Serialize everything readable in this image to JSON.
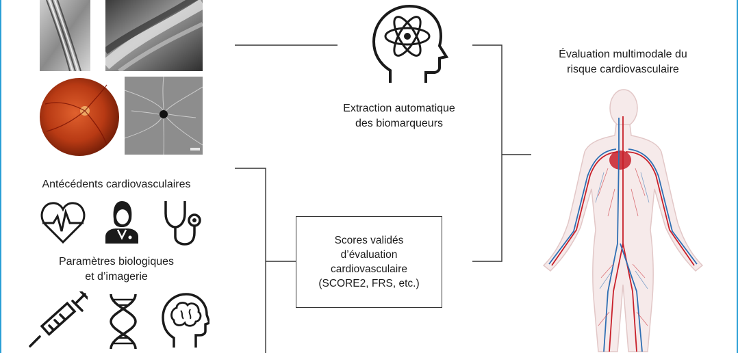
{
  "retina_images": [
    "oct-scan-1",
    "oct-scan-2",
    "fundus-photograph",
    "oct-angiography"
  ],
  "extraction": {
    "icon": "brain-atom-head-icon",
    "label_line1": "Extraction automatique",
    "label_line2": "des biomarqueurs"
  },
  "history": {
    "title": "Antécédents cardiovasculaires",
    "icons": [
      "heart-ecg-icon",
      "doctor-icon",
      "stethoscope-icon"
    ]
  },
  "bio": {
    "title_line1": "Paramètres biologiques",
    "title_line2": "et d’imagerie",
    "icons": [
      "syringe-icon",
      "dna-icon",
      "brain-head-icon"
    ]
  },
  "scores": {
    "line1": "Scores validés",
    "line2": "d’évaluation",
    "line3": "cardiovasculaire",
    "line4": "(SCORE2, FRS, etc.)"
  },
  "evaluation": {
    "line1": "Évaluation multimodale du",
    "line2": "risque cardiovasculaire",
    "image": "cardiovascular-system-body"
  },
  "colors": {
    "frame": "#2a9fd6",
    "fundus": "#b83a14",
    "artery": "#c8202a",
    "vein": "#2f6fb3",
    "lines": "#333333"
  }
}
